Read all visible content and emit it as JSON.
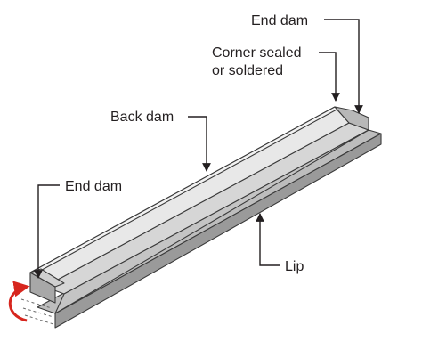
{
  "labels": {
    "end_dam_right": "End dam",
    "corner": [
      "Corner sealed",
      "or soldered"
    ],
    "back_dam": "Back dam",
    "end_dam_left": "End dam",
    "lip": "Lip"
  },
  "colors": {
    "label_text": "#231f20",
    "leader_line": "#231f20",
    "metal_light": "#e4e4e4",
    "metal_mid": "#cfcfcf",
    "metal_dark": "#a9a9a9",
    "rotation_arrow": "#d7261e"
  },
  "icons": {
    "rotation": "curved-rotation-arrow-icon"
  }
}
